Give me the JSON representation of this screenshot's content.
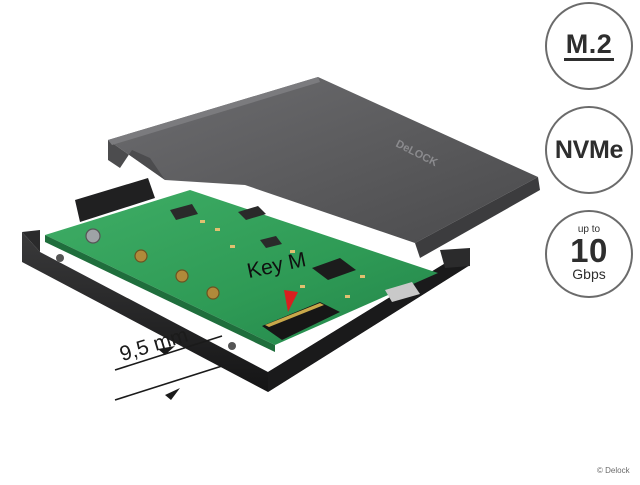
{
  "badges": {
    "form_factor": "M.2",
    "protocol": "NVMe",
    "speed_prefix": "up to",
    "speed_value": "10",
    "speed_unit": "Gbps"
  },
  "product": {
    "brand_logo": "DeLOCK",
    "key_label": "Key M",
    "height_label": "9,5 mm"
  },
  "footer": {
    "copyright": "© Delock"
  },
  "colors": {
    "lid": "#5c5c5e",
    "frame": "#1f1f20",
    "pcb": "#2f9b55",
    "arrow": "#d81f1f",
    "badge_border": "#6b6b6b"
  }
}
